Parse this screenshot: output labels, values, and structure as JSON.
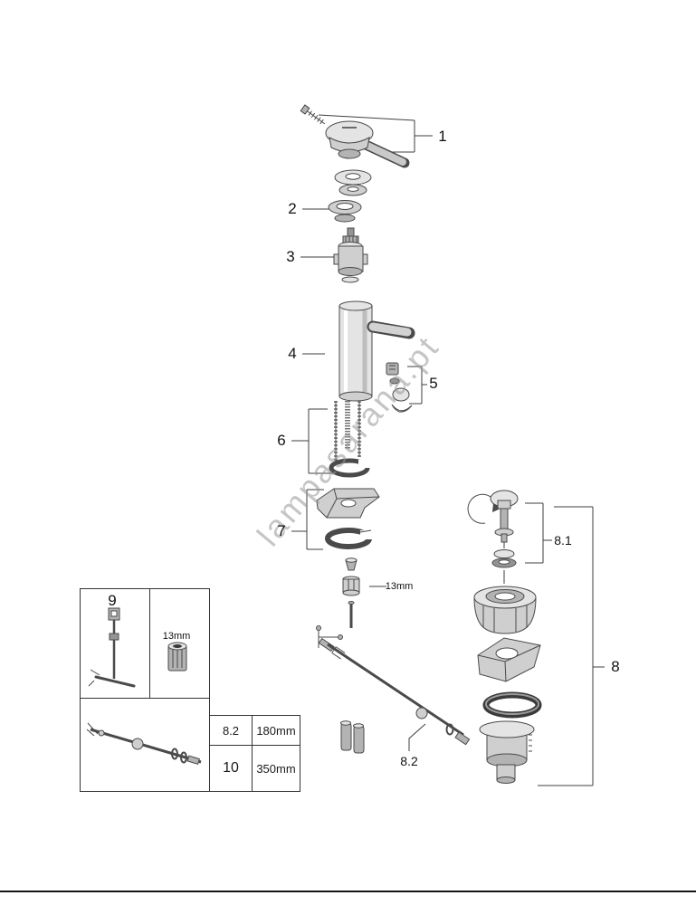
{
  "watermark": {
    "text": "lampasarana.pt"
  },
  "callouts": {
    "part1": "1",
    "part2": "2",
    "part3": "3",
    "part4": "4",
    "part5": "5",
    "part6": "6",
    "part7": "7",
    "part8": "8",
    "part8_1": "8.1",
    "part8_2": "8.2",
    "part9": "9",
    "wrench_size_nut": "13mm",
    "wrench_size_box": "13mm"
  },
  "table": {
    "rows": [
      {
        "part": "8.2",
        "length": "180mm"
      },
      {
        "part": "10",
        "length": "350mm"
      }
    ]
  }
}
